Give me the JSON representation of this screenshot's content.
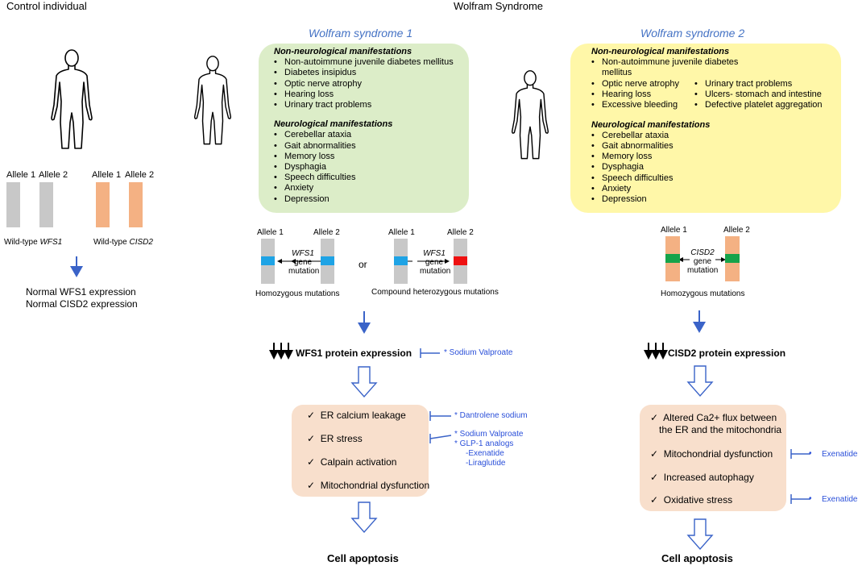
{
  "header": {
    "control": "Control individual",
    "wolfram": "Wolfram Syndrome"
  },
  "control": {
    "allele1": "Allele 1",
    "allele2": "Allele 2",
    "wt_prefix": "Wild-type",
    "wfs1": "WFS1",
    "cisd2": "CISD2",
    "expr1": "Normal WFS1 expression",
    "expr2": "Normal CISD2 expression"
  },
  "ws1": {
    "title": "Wolfram syndrome 1",
    "nonneuro_head": "Non-neurological manifestations",
    "nonneuro": [
      "Non-autoimmune juvenile diabetes mellitus",
      "Diabetes insipidus",
      "Optic nerve atrophy",
      "Hearing loss",
      "Urinary tract problems"
    ],
    "neuro_head": "Neurological manifestations",
    "neuro": [
      "Cerebellar ataxia",
      "Gait abnormalities",
      "Memory loss",
      "Dysphagia",
      "Speech difficulties",
      "Anxiety",
      "Depression"
    ],
    "allele1": "Allele 1",
    "allele2": "Allele 2",
    "gene": "WFS1",
    "gene_line2": "gene",
    "gene_line3": "mutation",
    "or": "or",
    "homo": "Homozygous mutations",
    "compound": "Compound heterozygous mutations",
    "protein": "WFS1 protein expression",
    "protein_drug": "* Sodium Valproate",
    "steps": [
      "ER calcium leakage",
      "ER stress",
      "Calpain activation",
      "Mitochondrial dysfunction"
    ],
    "drug1": "* Dantrolene sodium",
    "drug2": "* Sodium Valproate",
    "drug3": "* GLP-1 analogs",
    "drug4": "-Exenatide",
    "drug5": "-Liraglutide",
    "apoptosis": "Cell apoptosis"
  },
  "ws2": {
    "title": "Wolfram syndrome 2",
    "nonneuro_head": "Non-neurological manifestations",
    "nonneuro_a": "Non-autoimmune juvenile diabetes",
    "nonneuro_a2": "mellitus",
    "nonneuro_left": [
      "Optic nerve atrophy",
      "Hearing loss",
      "Excessive bleeding"
    ],
    "nonneuro_right": [
      "Urinary tract problems",
      "Ulcers- stomach and intestine",
      "Defective platelet aggregation"
    ],
    "neuro_head": "Neurological manifestations",
    "neuro": [
      "Cerebellar ataxia",
      "Gait abnormalities",
      "Memory loss",
      "Dysphagia",
      "Speech difficulties",
      "Anxiety",
      "Depression"
    ],
    "allele1": "Allele 1",
    "allele2": "Allele 2",
    "gene": "CISD2",
    "gene_line2": "gene",
    "gene_line3": "mutation",
    "homo": "Homozygous mutations",
    "protein": "CISD2  protein expression",
    "step1a": "Altered Ca2+ flux between",
    "step1b": "the ER and the mitochondria",
    "step2": "Mitochondrial dysfunction",
    "step3": "Increased autophagy",
    "step4": "Oxidative stress",
    "drug_a": "Exenatide",
    "drug_b": "Exenatide",
    "apoptosis": "Cell apoptosis"
  },
  "colors": {
    "green_box": "#dcedc8",
    "yellow_box": "#fff7a8",
    "peach_box": "#f8dfcc",
    "gray_allele": "#c8c8c8",
    "orange_allele": "#f4b183",
    "mutation_cyan": "#1ea3e5",
    "mutation_red": "#ee1111",
    "mutation_green": "#16a34a",
    "drug_blue": "#2a4fd9",
    "title_blue": "#4472c4"
  }
}
